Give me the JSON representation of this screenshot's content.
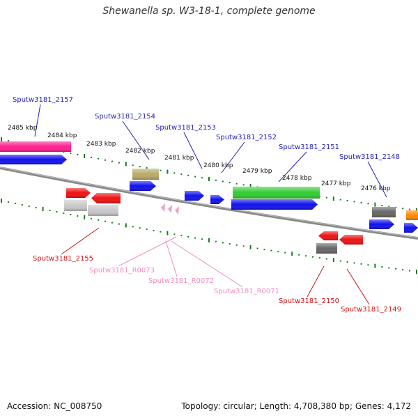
{
  "title": "Shewanella sp. W3-18-1, complete genome",
  "accession": "Accession: NC_008750",
  "topology": "Topology: circular; Length: 4,708,380 bp; Genes: 4,172",
  "colors": {
    "pink": "#ff1f8f",
    "blue": "#1010ee",
    "olive": "#b8aa6a",
    "green": "#33cc33",
    "red": "#ee1111",
    "gray": "#c8c8c8",
    "darkgray": "#666666",
    "orange": "#ff8800",
    "rna": "#f0a0c8",
    "tick": "#1a7a1a",
    "backbone": "#888888",
    "label_blue": "#1f1fb0",
    "label_red": "#cc1111",
    "label_pink": "#f08cc0"
  },
  "scale_labels": [
    "2485 kbp",
    "2484 kbp",
    "2483 kbp",
    "2482 kbp",
    "2481 kbp",
    "2480 kbp",
    "2479 kbp",
    "2478 kbp",
    "2477 kbp",
    "2476 kbp"
  ],
  "gene_labels": [
    {
      "id": "2157",
      "text": "Sputw3181_2157",
      "color": "label_blue"
    },
    {
      "id": "2154",
      "text": "Sputw3181_2154",
      "color": "label_blue"
    },
    {
      "id": "2153",
      "text": "Sputw3181_2153",
      "color": "label_blue"
    },
    {
      "id": "2152",
      "text": "Sputw3181_2152",
      "color": "label_blue"
    },
    {
      "id": "2151",
      "text": "Sputw3181_2151",
      "color": "label_blue"
    },
    {
      "id": "2148",
      "text": "Sputw3181_2148",
      "color": "label_blue"
    },
    {
      "id": "2155",
      "text": "Sputw3181_2155",
      "color": "label_red"
    },
    {
      "id": "R0073",
      "text": "Sputw3181_R0073",
      "color": "label_pink"
    },
    {
      "id": "R0072",
      "text": "Sputw3181_R0072",
      "color": "label_pink"
    },
    {
      "id": "R0071",
      "text": "Sputw3181_R0071",
      "color": "label_pink"
    },
    {
      "id": "2150",
      "text": "Sputw3181_2150",
      "color": "label_red"
    },
    {
      "id": "2149",
      "text": "Sputw3181_2149",
      "color": "label_red"
    }
  ]
}
